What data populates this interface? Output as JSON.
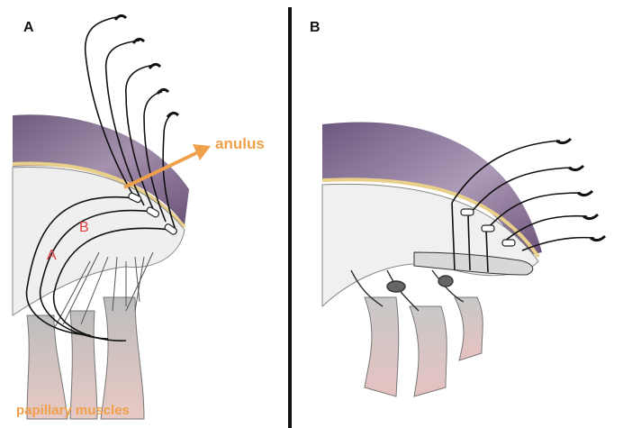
{
  "panels": {
    "a": {
      "letter": "A"
    },
    "b": {
      "letter": "B"
    }
  },
  "labels": {
    "anulus": "anulus",
    "papillary_muscles": "papillary muscles",
    "suture_marker_a": "A",
    "suture_marker_b": "B"
  },
  "colors": {
    "annulus_arrow": "#f0a04a",
    "label_orange": "#f0a04a",
    "marker_red": "#e04040",
    "annulus_band": "#e8cf8a",
    "myocardium_purple": "#8a6f95",
    "sutures": "#111111"
  }
}
